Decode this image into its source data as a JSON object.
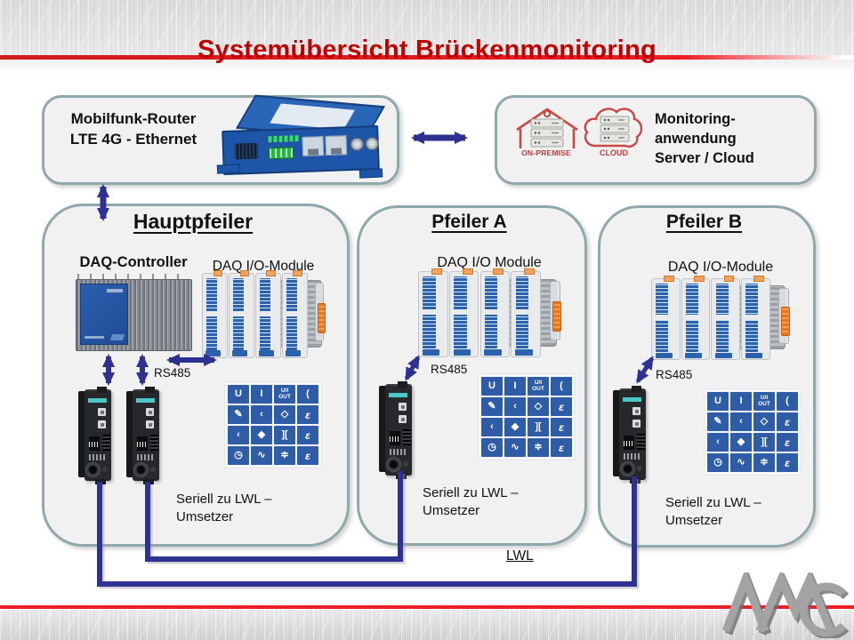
{
  "title": "Systemübersicht Brückenmonitoring",
  "router_box": {
    "line1": "Mobilfunk-Router",
    "line2": "LTE 4G - Ethernet"
  },
  "monitoring_box": {
    "on_premise": "ON-PREMISE",
    "cloud": "CLOUD",
    "line1": "Monitoring-",
    "line2": "anwendung",
    "line3": "Server / Cloud"
  },
  "hauptpfeiler": {
    "title": "Hauptpfeiler",
    "controller": "DAQ-Controller",
    "modules": "DAQ I/O-Module",
    "rs485": "RS485",
    "converter_line1": "Seriell zu LWL –",
    "converter_line2": "Umsetzer"
  },
  "pfeiler_a": {
    "title": "Pfeiler A",
    "modules": "DAQ I/O Module",
    "rs485": "RS485",
    "converter_line1": "Seriell zu LWL –",
    "converter_line2": "Umsetzer"
  },
  "pfeiler_b": {
    "title": "Pfeiler B",
    "modules": "DAQ I/O-Module",
    "rs485": "RS485",
    "converter_line1": "Seriell zu LWL –",
    "converter_line2": "Umsetzer"
  },
  "lwl_label": "LWL",
  "logo_text": "AMC",
  "sensor_icons": [
    "U",
    "I",
    "U/I\nOUT",
    "(",
    "✎",
    "‹",
    "◇",
    "ɛ",
    "‹",
    "◆",
    "][",
    "ɛ",
    "◷",
    "∿",
    "≑",
    "ɛ"
  ],
  "colors": {
    "title_red": "#C00000",
    "band_red_line": "#E8202A",
    "arrow_navy": "#2F3192",
    "sensor_icon_blue": "#2E5CA6",
    "box_border_teal": "#8FA8AC",
    "box_fill": "#F1F1F1",
    "premise_cloud_red": "#C94744"
  }
}
